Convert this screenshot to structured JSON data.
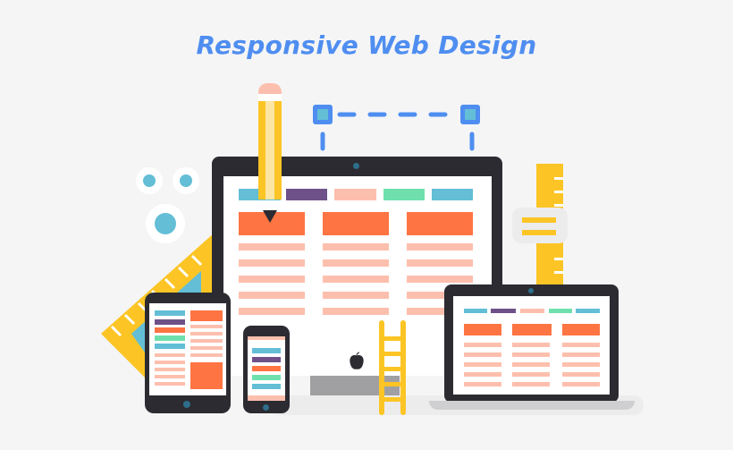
{
  "header": {
    "title": "Responsive Web Design"
  },
  "colors": {
    "title_blue": "#4f8ef0",
    "device_dark": "#2b2b31",
    "orange": "#ff7443",
    "peach": "#fdbfad",
    "cyan": "#63bed6",
    "purple": "#6e5188",
    "green": "#6fe0ad",
    "yellow": "#fcc525",
    "background": "#f5f5f6"
  },
  "icons": {
    "pencil": "pencil-icon",
    "gear": "gear-icon",
    "ruler": "ruler-icon",
    "triangle_ruler": "set-square-icon",
    "speech_bubble": "speech-bubble-icon",
    "ladder": "ladder-icon",
    "apple_logo": "apple-logo-icon",
    "selection_box": "selection-handles-icon"
  },
  "devices": {
    "desktop": {
      "label": "desktop-monitor",
      "nav_colors": [
        "#63bed6",
        "#6e5188",
        "#fdbfad",
        "#6fe0ad",
        "#63bed6"
      ],
      "columns": 3,
      "rows_per_column": 5
    },
    "laptop": {
      "label": "laptop",
      "nav_colors": [
        "#63bed6",
        "#6e5188",
        "#fdbfad",
        "#6fe0ad",
        "#63bed6"
      ],
      "columns": 3,
      "rows_per_column": 5
    },
    "tablet": {
      "label": "tablet",
      "left_colors": [
        "#63bed6",
        "#6e5188",
        "#ff7443",
        "#6fe0ad",
        "#63bed6"
      ]
    },
    "phone": {
      "label": "phone",
      "colors": [
        "#63bed6",
        "#6e5188",
        "#ff7443",
        "#6fe0ad",
        "#63bed6"
      ]
    }
  }
}
